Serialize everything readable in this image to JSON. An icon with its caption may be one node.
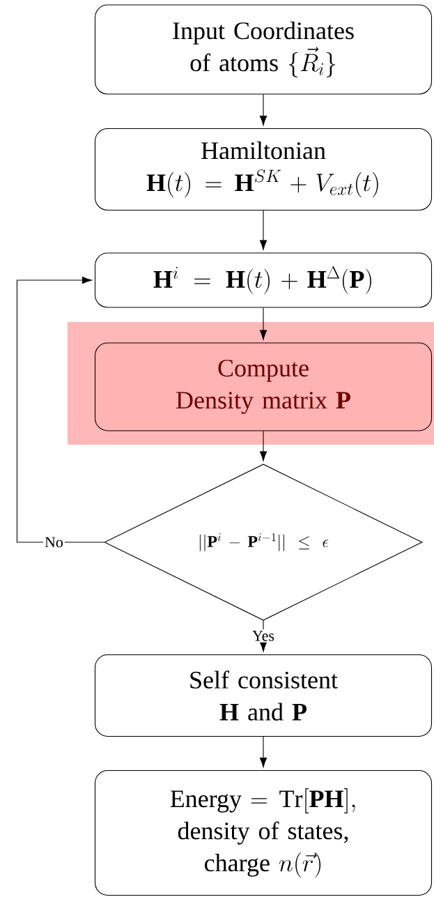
{
  "diagram": {
    "nodes": [
      {
        "text": [
          "Input Coordinates of atoms",
          "\\{\\vec{R}_i\\}"
        ]
      },
      {
        "text": [
          "Hamiltonian",
          "\\mathbf{H}(t) = \\mathbf{H}^{SK} + V_{ext}(t)"
        ]
      },
      {
        "text": [
          "\\mathbf{H}^i = \\mathbf{H}(t) + \\mathbf{H}^\\Delta(\\mathbf{P})"
        ]
      },
      {
        "text": [],
        "shape": "box"
      },
      {
        "text": [
          "Compute Density matrix",
          "\\mathbf{P}"
        ],
        "in": 3
      },
      {
        "text": [
          "||\\mathbf{P}^i - \\mathbf{P}^{i-1}|| \\leq \\epsilon"
        ]
      },
      {
        "text": [
          "Self consistent",
          "\\mathbf{H}",
          "and",
          "\\mathbf{P}"
        ]
      },
      {
        "text": [
          "Energy",
          "= \\mathrm{Tr}[\\mathbf{PH}],",
          "density of states, charge",
          "n(\\vec{r})"
        ]
      }
    ],
    "edges": [
      {
        "from": 0,
        "to": 1,
        "arrow": "to"
      },
      {
        "from": 1,
        "to": 2,
        "arrow": "to"
      },
      {
        "from": 2,
        "to": 4,
        "arrow": "to"
      },
      {
        "from": 4,
        "to": 5,
        "arrow": "to"
      },
      {
        "from": 5,
        "to": 2,
        "arrow": "to",
        "label": "No"
      },
      {
        "from": 5,
        "to": 6,
        "arrow": "to",
        "label": "Yes"
      },
      {
        "from": 6,
        "to": 7,
        "arrow": "to"
      }
    ]
  }
}
